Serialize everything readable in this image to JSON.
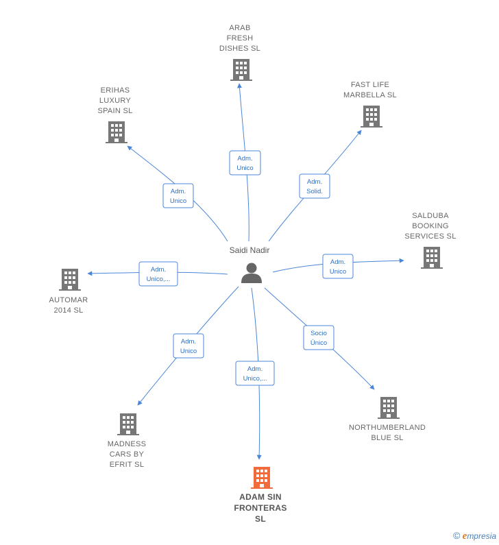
{
  "center": {
    "name": "Saidi Nadir",
    "icon": "person-icon"
  },
  "companies": [
    {
      "id": "arab",
      "lines": [
        "ARAB",
        "FRESH",
        "DISHES  SL"
      ],
      "color": "#777777",
      "highlight": false,
      "relation": [
        "Adm.",
        "Unico"
      ]
    },
    {
      "id": "fastlife",
      "lines": [
        "FAST LIFE",
        "MARBELLA  SL"
      ],
      "color": "#777777",
      "highlight": false,
      "relation": [
        "Adm.",
        "Solid."
      ]
    },
    {
      "id": "erihas",
      "lines": [
        "ERIHAS",
        "LUXURY",
        "SPAIN  SL"
      ],
      "color": "#777777",
      "highlight": false,
      "relation": [
        "Adm.",
        "Unico"
      ]
    },
    {
      "id": "salduba",
      "lines": [
        "SALDUBA",
        "BOOKING",
        "SERVICES  SL"
      ],
      "color": "#777777",
      "highlight": false,
      "relation": [
        "Adm.",
        "Unico"
      ]
    },
    {
      "id": "automar",
      "lines": [
        "AUTOMAR",
        "2014  SL"
      ],
      "color": "#777777",
      "highlight": false,
      "relation": [
        "Adm.",
        "Unico,..."
      ]
    },
    {
      "id": "madness",
      "lines": [
        "MADNESS",
        "CARS BY",
        "EFRIT  SL"
      ],
      "color": "#777777",
      "highlight": false,
      "relation": [
        "Adm.",
        "Unico"
      ]
    },
    {
      "id": "adam",
      "lines": [
        "ADAM SIN",
        "FRONTERAS",
        "SL"
      ],
      "color": "#f26b3a",
      "highlight": true,
      "relation": [
        "Adm.",
        "Unico,..."
      ]
    },
    {
      "id": "northumberland",
      "lines": [
        "NORTHUMBERLAND",
        "BLUE SL"
      ],
      "color": "#777777",
      "highlight": false,
      "relation": [
        "Socio",
        "Único"
      ]
    }
  ],
  "colors": {
    "edge": "#4a86d8",
    "building": "#777777",
    "highlight": "#f26b3a"
  },
  "watermark": {
    "copyright": "©",
    "brand_initial": "e",
    "brand_rest": "mpresia"
  }
}
